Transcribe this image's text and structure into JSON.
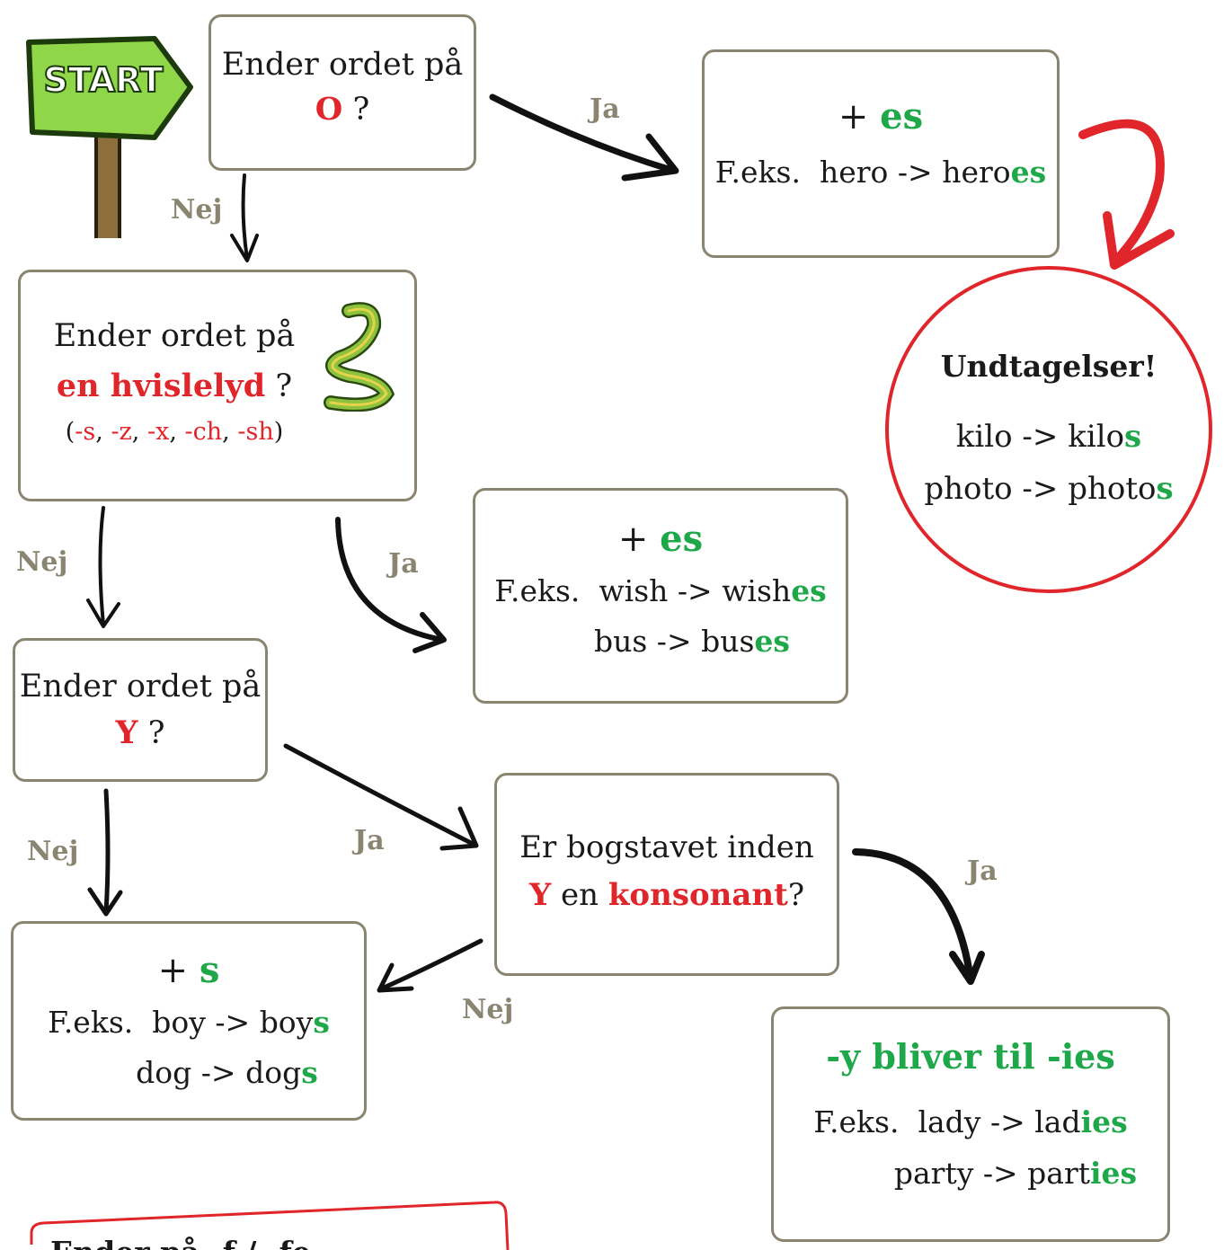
{
  "start_sign": {
    "label": "START"
  },
  "q_o": {
    "line1": "Ender ordet på",
    "letter": "O",
    "q": "?"
  },
  "r_o": {
    "plus": "+",
    "suffix": "es",
    "ex_label": "F.eks.",
    "ex_base": "hero ->",
    "ex_stem": "hero",
    "ex_suffix": "es"
  },
  "exceptions": {
    "title": "Undtagelser!",
    "rows": [
      {
        "base": "kilo ->",
        "stem": "kilo",
        "suffix": "s"
      },
      {
        "base": "photo ->",
        "stem": "photo",
        "suffix": "s"
      }
    ]
  },
  "q_hiss": {
    "line1": "Ender ordet på",
    "term": "en hvislelyd",
    "q": "?",
    "paren_open": "(",
    "endings": [
      "-s",
      "-z",
      "-x",
      "-ch",
      "-sh"
    ],
    "sep": ",",
    "paren_close": ")"
  },
  "r_hiss": {
    "plus": "+",
    "suffix": "es",
    "ex_label": "F.eks.",
    "rows": [
      {
        "base": "wish ->",
        "stem": "wish",
        "suffix": "es"
      },
      {
        "base": "bus ->",
        "stem": "bus",
        "suffix": "es"
      }
    ]
  },
  "q_y": {
    "line1": "Ender ordet på",
    "letter": "Y",
    "q": "?"
  },
  "q_cons": {
    "line1": "Er bogstavet inden",
    "letter": "Y",
    "mid": "en",
    "term": "konsonant",
    "q": "?"
  },
  "r_s": {
    "plus": "+",
    "suffix": "s",
    "ex_label": "F.eks.",
    "rows": [
      {
        "base": "boy ->",
        "stem": "boy",
        "suffix": "s"
      },
      {
        "base": "dog ->",
        "stem": "dog",
        "suffix": "s"
      }
    ]
  },
  "r_ies": {
    "title": "-y bliver til -ies",
    "ex_label": "F.eks.",
    "rows": [
      {
        "base": "lady ->",
        "stem": "lad",
        "suffix": "ies"
      },
      {
        "base": "party ->",
        "stem": "part",
        "suffix": "ies"
      }
    ]
  },
  "labels": {
    "ja": "Ja",
    "nej": "Nej"
  },
  "bottom_note": {
    "text": "Ender på -f / -fe"
  }
}
